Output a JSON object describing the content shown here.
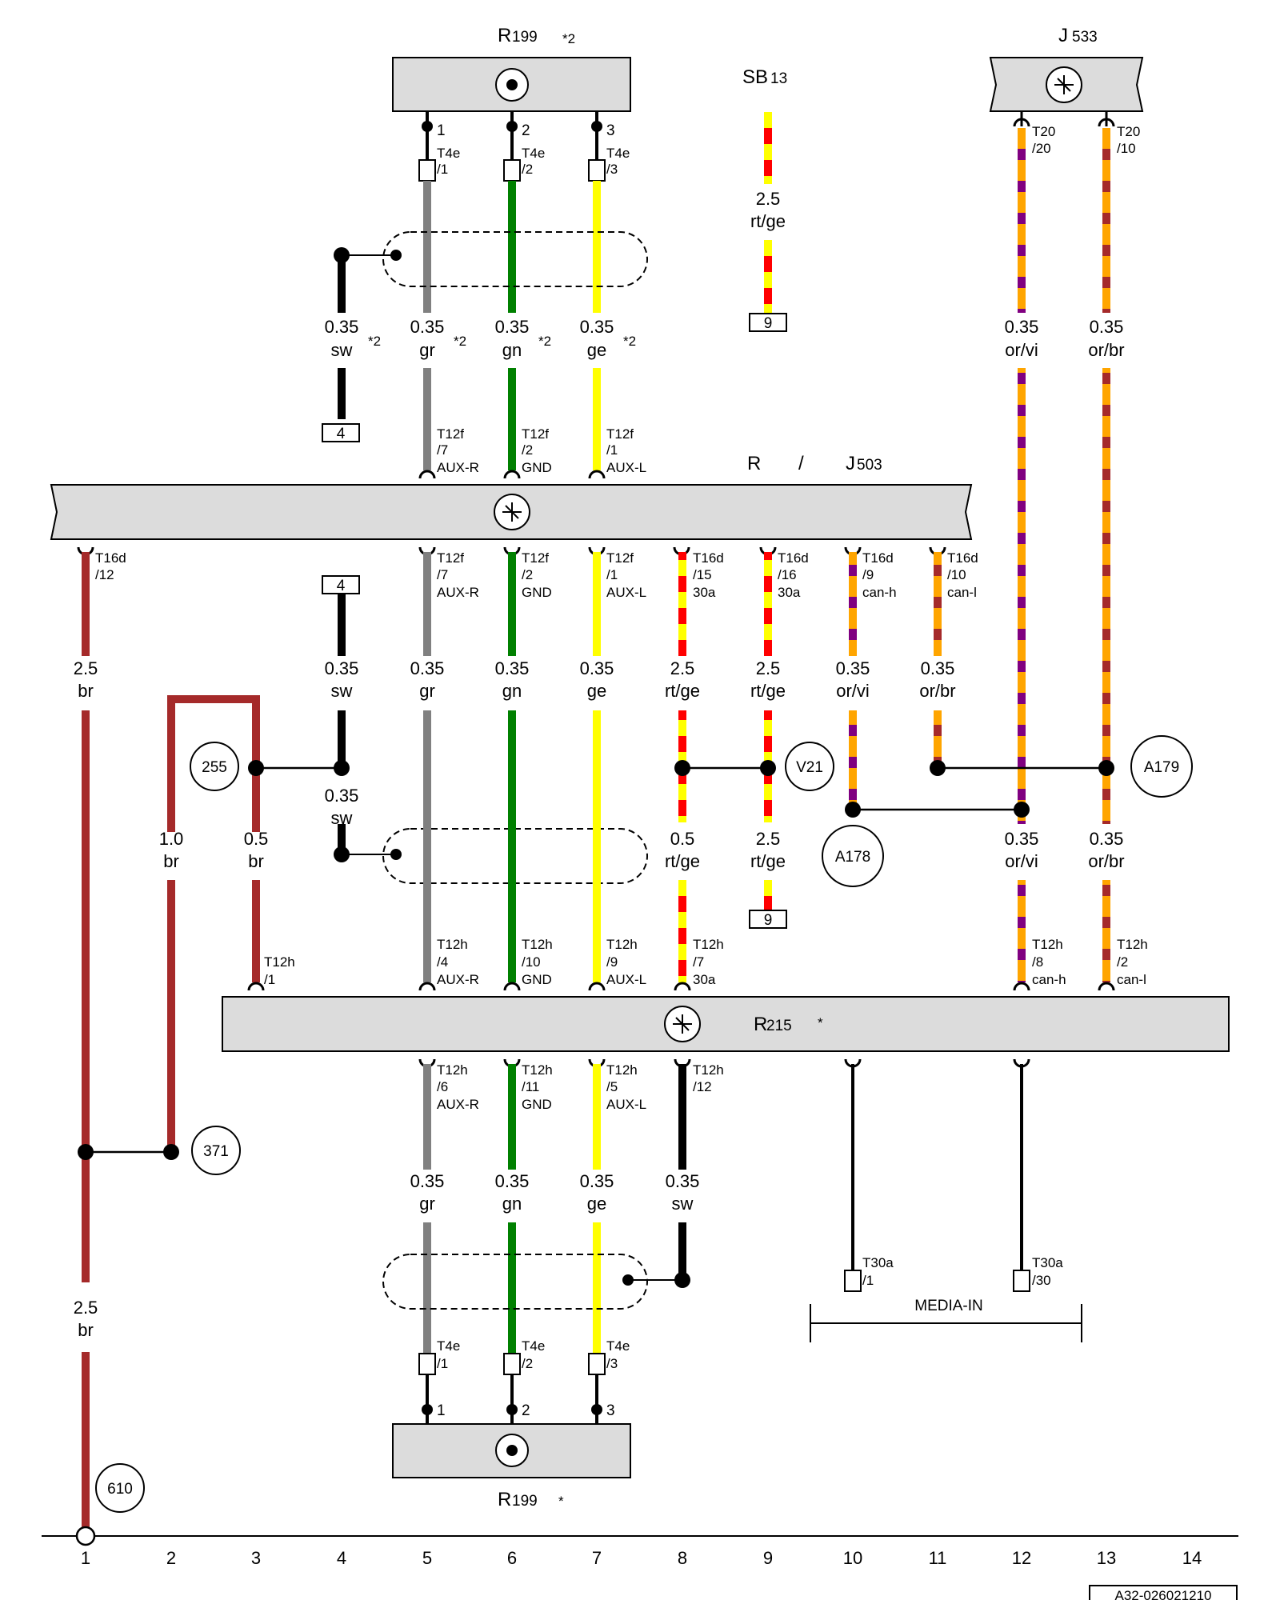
{
  "document_id": "A32-026021210",
  "components": {
    "r199_top": {
      "name": "R",
      "sub": "199",
      "note": "*2"
    },
    "sb13": {
      "name": "SB",
      "sub": "13"
    },
    "j533": {
      "name": "J",
      "sub": "533"
    },
    "r_j503": {
      "name_left": "R",
      "slash": "/",
      "name_right": "J",
      "sub": "503"
    },
    "r215": {
      "name": "R",
      "sub": "215",
      "note": "*"
    },
    "r199_bottom": {
      "name": "R",
      "sub": "199",
      "note": "*"
    },
    "media_in": "MEDIA-IN"
  },
  "pins_top": {
    "r199": [
      "1",
      "2",
      "3"
    ],
    "t4e": [
      [
        "T4e",
        "/1"
      ],
      [
        "T4e",
        "/2"
      ],
      [
        "T4e",
        "/3"
      ]
    ],
    "j533": [
      [
        "T20",
        "/20"
      ],
      [
        "T20",
        "/10"
      ]
    ]
  },
  "wires_top": {
    "w1": [
      "0.35",
      "sw",
      "*2"
    ],
    "w2": [
      "0.35",
      "gr",
      "*2"
    ],
    "w3": [
      "0.35",
      "gn",
      "*2"
    ],
    "w4": [
      "0.35",
      "ge",
      "*2"
    ],
    "sb": [
      "2.5",
      "rt/ge"
    ],
    "j1": [
      "0.35",
      "or/vi"
    ],
    "j2": [
      "0.35",
      "or/br"
    ]
  },
  "t12f_top": [
    [
      "T12f",
      "/7",
      "AUX-R"
    ],
    [
      "T12f",
      "/2",
      "GND"
    ],
    [
      "T12f",
      "/1",
      "AUX-L"
    ]
  ],
  "j503_bottom_pins": [
    [
      "T16d",
      "/12",
      ""
    ],
    [
      "T12f",
      "/7",
      "AUX-R"
    ],
    [
      "T12f",
      "/2",
      "GND"
    ],
    [
      "T12f",
      "/1",
      "AUX-L"
    ],
    [
      "T16d",
      "/15",
      "30a"
    ],
    [
      "T16d",
      "/16",
      "30a"
    ],
    [
      "T16d",
      "/9",
      "can-h"
    ],
    [
      "T16d",
      "/10",
      "can-l"
    ]
  ],
  "mid_wires": [
    [
      "2.5",
      "br"
    ],
    [
      "0.35",
      "sw"
    ],
    [
      "0.35",
      "gr"
    ],
    [
      "0.35",
      "gn"
    ],
    [
      "0.35",
      "ge"
    ],
    [
      "2.5",
      "rt/ge"
    ],
    [
      "2.5",
      "rt/ge"
    ],
    [
      "0.35",
      "or/vi"
    ],
    [
      "0.35",
      "or/br"
    ]
  ],
  "lower_wires": [
    [
      "1.0",
      "br"
    ],
    [
      "0.5",
      "br"
    ],
    [
      "0.35",
      "sw"
    ],
    [
      "0.5",
      "rt/ge"
    ],
    [
      "2.5",
      "rt/ge"
    ],
    [
      "0.35",
      "or/vi"
    ],
    [
      "0.35",
      "or/br"
    ]
  ],
  "refs": {
    "r255": "255",
    "rv21": "V21",
    "ra178": "A178",
    "ra179": "A179",
    "r371": "371",
    "r610": "610",
    "box4a": "4",
    "box4b": "4",
    "box9a": "9",
    "box9b": "9"
  },
  "r215_top_pins": [
    [
      "T12h",
      "/1",
      ""
    ],
    [
      "T12h",
      "/4",
      "AUX-R"
    ],
    [
      "T12h",
      "/10",
      "GND"
    ],
    [
      "T12h",
      "/9",
      "AUX-L"
    ],
    [
      "T12h",
      "/7",
      "30a"
    ],
    [
      "T12h",
      "/8",
      "can-h"
    ],
    [
      "T12h",
      "/2",
      "can-l"
    ]
  ],
  "r215_bottom_pins": [
    [
      "T12h",
      "/6",
      "AUX-R"
    ],
    [
      "T12h",
      "/11",
      "GND"
    ],
    [
      "T12h",
      "/5",
      "AUX-L"
    ],
    [
      "T12h",
      "/12",
      ""
    ]
  ],
  "bottom_wires": [
    [
      "0.35",
      "gr"
    ],
    [
      "0.35",
      "gn"
    ],
    [
      "0.35",
      "ge"
    ],
    [
      "0.35",
      "sw"
    ]
  ],
  "ground_wire": [
    "2.5",
    "br"
  ],
  "t30a": [
    [
      "T30a",
      "/1"
    ],
    [
      "T30a",
      "/30"
    ]
  ],
  "t4e_bottom": [
    [
      "T4e",
      "/1"
    ],
    [
      "T4e",
      "/2"
    ],
    [
      "T4e",
      "/3"
    ]
  ],
  "r199_bottom_pins": [
    "1",
    "2",
    "3"
  ],
  "columns": [
    "1",
    "2",
    "3",
    "4",
    "5",
    "6",
    "7",
    "8",
    "9",
    "10",
    "11",
    "12",
    "13",
    "14"
  ],
  "colors": {
    "br": "#a52a2a",
    "sw": "#000000",
    "gr": "#808080",
    "gn": "#008000",
    "ge": "#ffff00",
    "rt": "#ff0000",
    "or": "#ffa500",
    "vi": "#800080",
    "component_fill": "#dcdcdc"
  }
}
